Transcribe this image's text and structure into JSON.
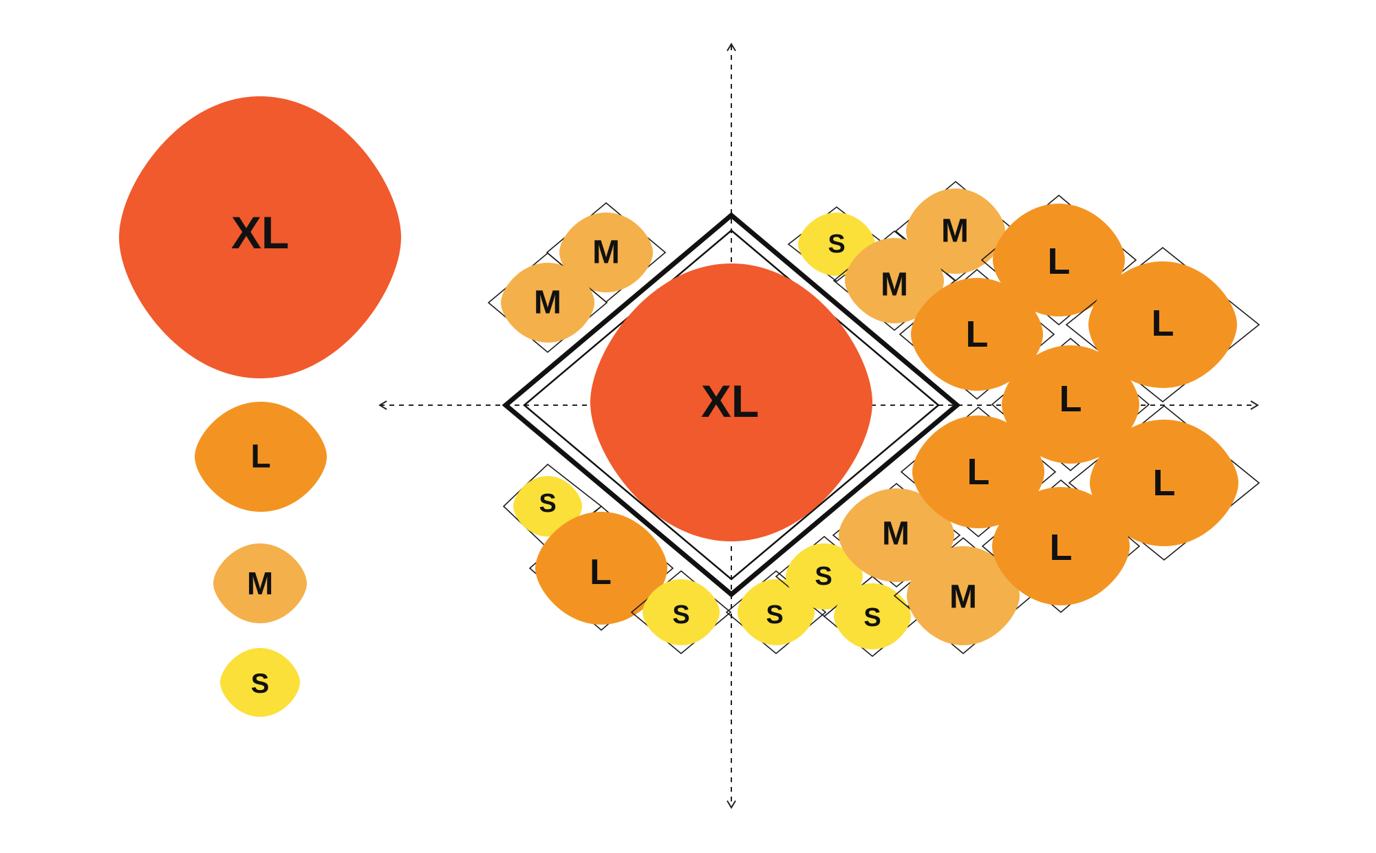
{
  "colors": {
    "XL": "#f05a2c",
    "L": "#f39422",
    "M": "#f4b04a",
    "S": "#fbe03a",
    "line": "#111111",
    "background": "#ffffff"
  },
  "legend": {
    "items": [
      {
        "size": "XL",
        "label": "XL"
      },
      {
        "size": "L",
        "label": "L"
      },
      {
        "size": "M",
        "label": "M"
      },
      {
        "size": "S",
        "label": "S"
      }
    ]
  },
  "center": {
    "size": "XL",
    "label": "XL"
  },
  "tiles": [
    {
      "id": "m-top-left-upper",
      "size": "M",
      "label": "M"
    },
    {
      "id": "m-top-left-lower",
      "size": "M",
      "label": "M"
    },
    {
      "id": "s-bottom-left",
      "size": "S",
      "label": "S"
    },
    {
      "id": "l-bottom-left",
      "size": "L",
      "label": "L"
    },
    {
      "id": "s-bottom-center-left",
      "size": "S",
      "label": "S"
    },
    {
      "id": "s-bottom-center-right",
      "size": "S",
      "label": "S"
    },
    {
      "id": "s-bottom-right-upper",
      "size": "S",
      "label": "S"
    },
    {
      "id": "s-bottom-right-lower",
      "size": "S",
      "label": "S"
    },
    {
      "id": "s-top-right",
      "size": "S",
      "label": "S"
    },
    {
      "id": "m-top-right-upper",
      "size": "M",
      "label": "M"
    },
    {
      "id": "m-top-right-lower",
      "size": "M",
      "label": "M"
    },
    {
      "id": "m-bottom-right-upper",
      "size": "M",
      "label": "M"
    },
    {
      "id": "m-bottom-right-lower",
      "size": "M",
      "label": "M"
    },
    {
      "id": "l-right-1",
      "size": "L",
      "label": "L"
    },
    {
      "id": "l-right-2",
      "size": "L",
      "label": "L"
    },
    {
      "id": "l-right-3",
      "size": "L",
      "label": "L"
    },
    {
      "id": "l-right-4",
      "size": "L",
      "label": "L"
    },
    {
      "id": "l-right-5",
      "size": "L",
      "label": "L"
    },
    {
      "id": "l-right-6",
      "size": "L",
      "label": "L"
    },
    {
      "id": "l-right-7",
      "size": "L",
      "label": "L"
    }
  ]
}
